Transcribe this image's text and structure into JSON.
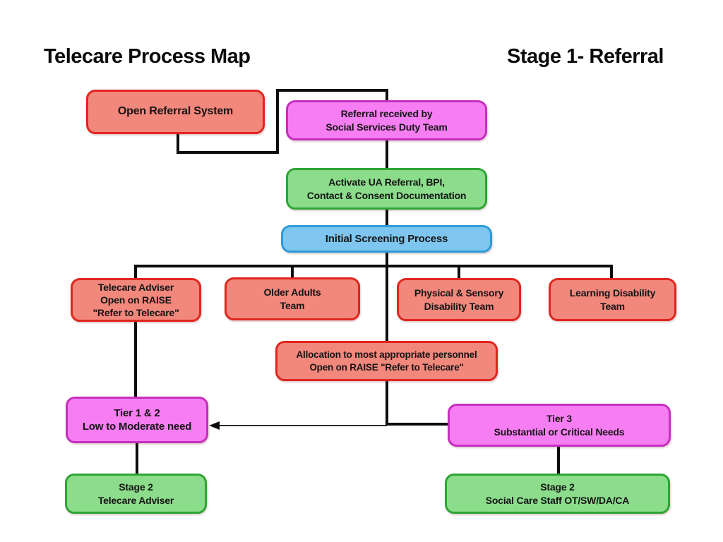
{
  "page": {
    "title_left": "Telecare Process Map",
    "title_right": "Stage 1- Referral"
  },
  "colors": {
    "red_fill": "#F2877C",
    "red_border": "#E0261F",
    "magenta_fill": "#F77DF3",
    "magenta_border": "#C62FBE",
    "green_fill": "#8BDC8B",
    "green_border": "#2EA534",
    "blue_fill": "#7EC6F0",
    "blue_border": "#2D9BD8",
    "line": "#0d0d0d",
    "text": "#141414",
    "background": "#ffffff"
  },
  "nodes": {
    "open_referral": {
      "label": "Open Referral System",
      "color": "red"
    },
    "referral_received": {
      "label": "Referral received by\nSocial Services Duty Team",
      "color": "magenta"
    },
    "activate_ua": {
      "label": "Activate UA Referral, BPI,\nContact & Consent Documentation",
      "color": "green"
    },
    "initial_screening": {
      "label": "Initial Screening Process",
      "color": "blue"
    },
    "telecare_adviser": {
      "label": "Telecare Adviser\nOpen on RAISE\n\"Refer to Telecare\"",
      "color": "red"
    },
    "older_adults": {
      "label": "Older Adults\nTeam",
      "color": "red"
    },
    "physical_sensory": {
      "label": "Physical & Sensory\nDisability Team",
      "color": "red"
    },
    "learning_disability": {
      "label": "Learning Disability\nTeam",
      "color": "red"
    },
    "allocation": {
      "label": "Allocation to most appropriate personnel\nOpen on RAISE \"Refer to Telecare\"",
      "color": "red"
    },
    "tier_1_2": {
      "label": "Tier 1 & 2\nLow to Moderate need",
      "color": "magenta"
    },
    "tier_3": {
      "label": "Tier 3\nSubstantial or Critical Needs",
      "color": "magenta"
    },
    "stage2_telecare": {
      "label": "Stage 2\nTelecare Adviser",
      "color": "green"
    },
    "stage2_social": {
      "label": "Stage 2\nSocial Care Staff OT/SW/DA/CA",
      "color": "green"
    }
  }
}
